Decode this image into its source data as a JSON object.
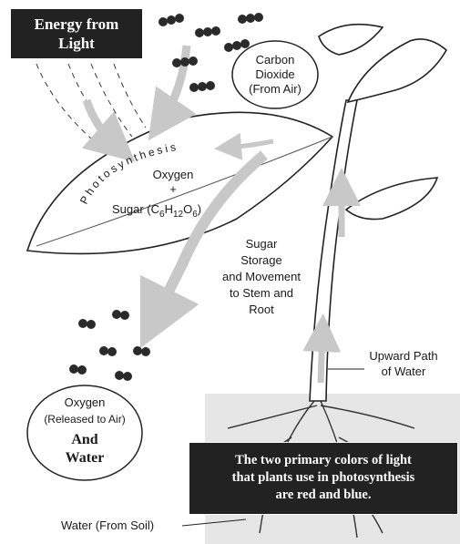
{
  "energy_box": {
    "line1": "Energy from",
    "line2": "Light"
  },
  "photosynthesis_label": "Photosynthesis",
  "leaf": {
    "oxygen": "Oxygen",
    "plus": "+",
    "sugar_prefix": "Sugar (C",
    "sub6a": "6",
    "h": "H",
    "sub12": "12",
    "o": "O",
    "sub6b": "6",
    "close": ")"
  },
  "co2": {
    "line1": "Carbon",
    "line2": "Dioxide",
    "line3": "(From Air)"
  },
  "sugar_storage": {
    "line1": "Sugar",
    "line2": "Storage",
    "line3": "and Movement",
    "line4": "to Stem and",
    "line5": "Root"
  },
  "upward_path": {
    "line1": "Upward Path",
    "line2": "of Water"
  },
  "oxygen_release": {
    "line1": "Oxygen",
    "line2": "(Released to Air)",
    "line3": "And",
    "line4": "Water"
  },
  "water_soil": "Water (From Soil)",
  "fact_box": {
    "line1": "The two primary colors of light",
    "line2": "that plants use in photosynthesis",
    "line3": "are red and blue."
  },
  "colors": {
    "box_bg": "#222222",
    "arrow": "#c8c8c8",
    "soil": "#e4e4e4"
  }
}
